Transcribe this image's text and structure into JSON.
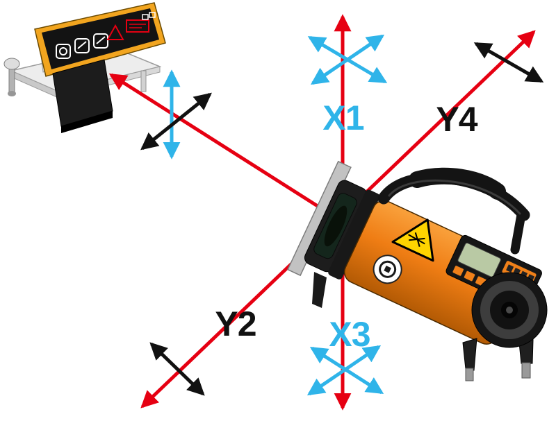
{
  "diagram": {
    "labels": {
      "x1": "X1",
      "y4": "Y4",
      "y2": "Y2",
      "x3": "X3"
    },
    "colors": {
      "beam_red": "#e60012",
      "axis_cyan": "#2fb4e9",
      "axis_black": "#111111",
      "device_orange": "#f08019",
      "frame_yellow": "#f2a51f",
      "warning_yellow": "#ffd400",
      "lcd_green": "#b9c9a4",
      "background": "#ffffff"
    },
    "icons": [
      {
        "name": "red-beam-arrow"
      },
      {
        "name": "cyan-double-arrow"
      },
      {
        "name": "black-double-arrow"
      },
      {
        "name": "laser-warning-triangle-icon"
      },
      {
        "name": "power-icon"
      },
      {
        "name": "brand-logo-icon"
      }
    ]
  }
}
